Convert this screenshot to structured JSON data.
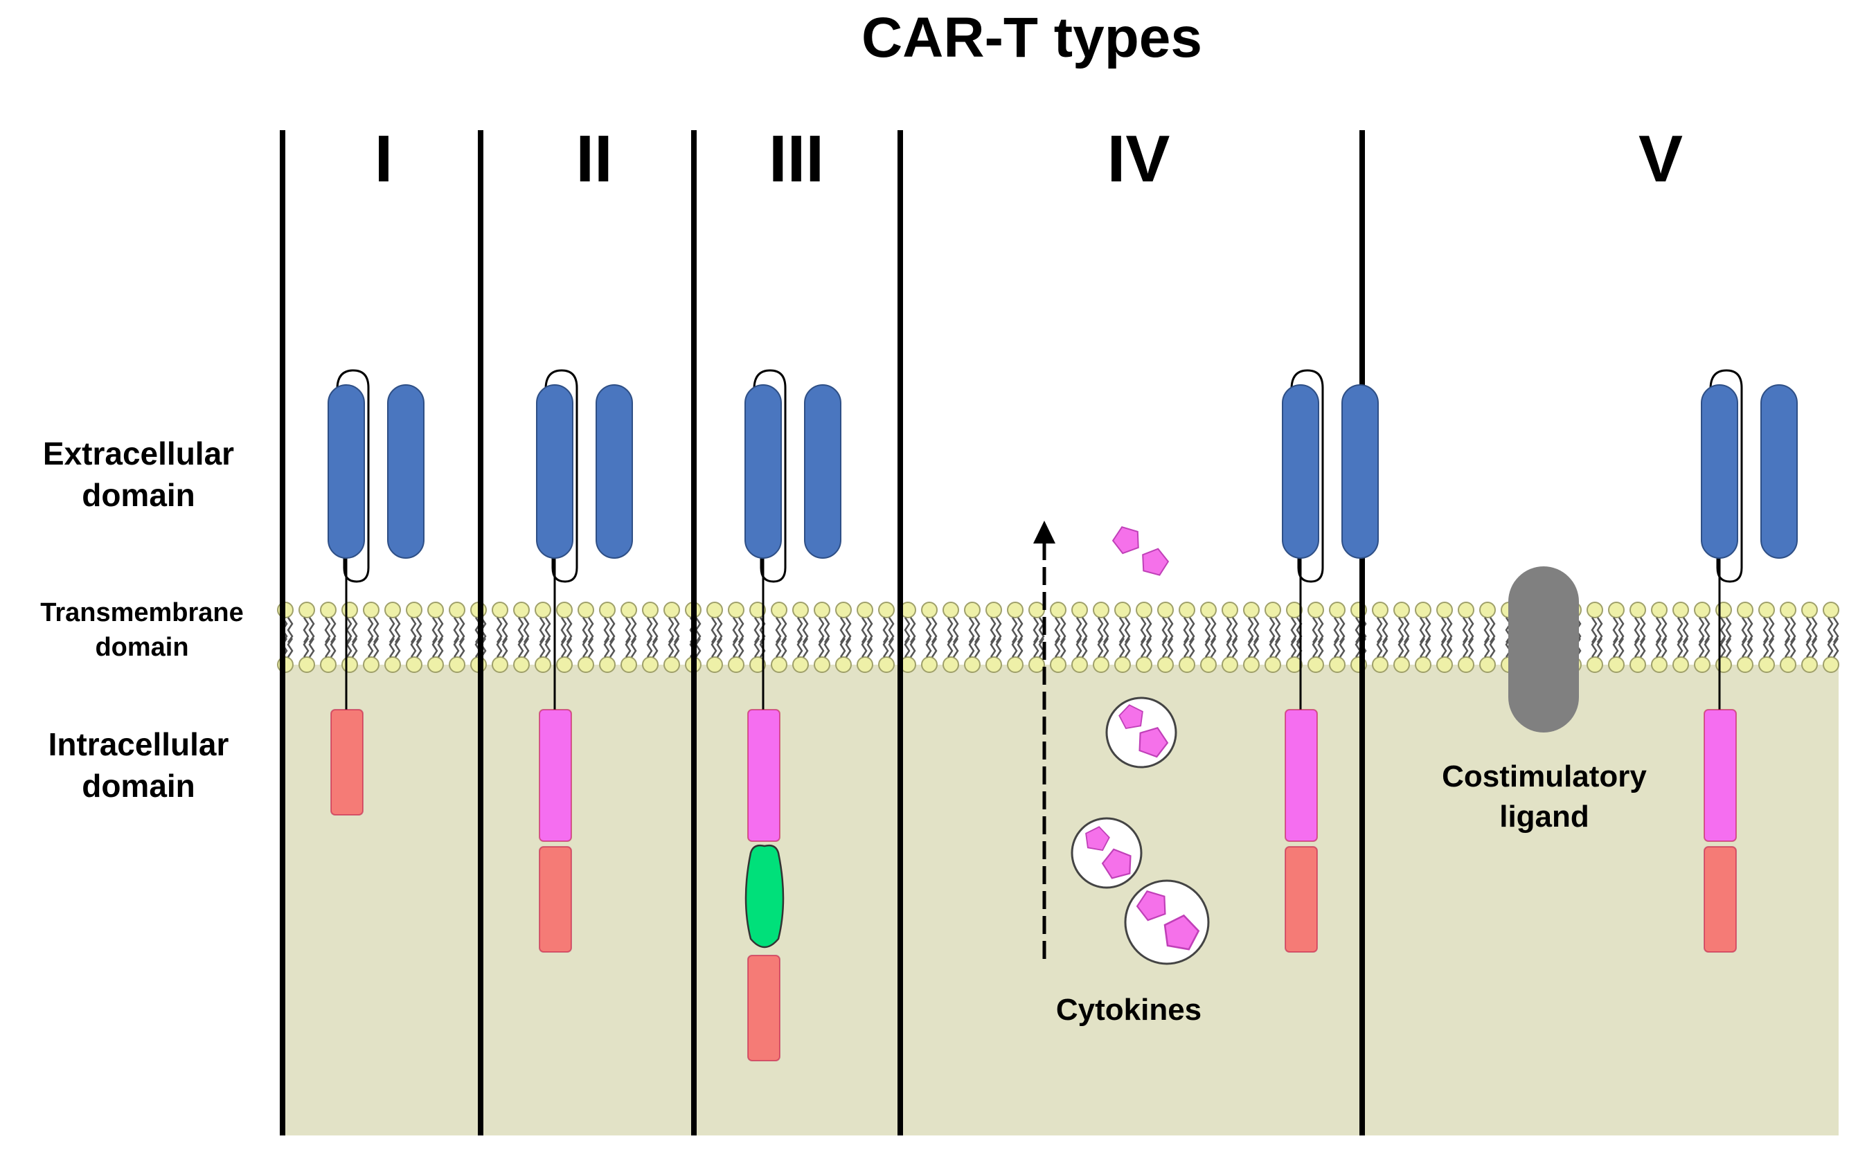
{
  "title": "CAR-T types",
  "side_labels": {
    "extracellular": [
      "Extracellular",
      "domain"
    ],
    "transmembrane": [
      "Transmembrane",
      "domain"
    ],
    "intracellular": [
      "Intracellular",
      "domain"
    ]
  },
  "panels": [
    {
      "numeral": "I",
      "signal_segments": [
        "costimulatory"
      ],
      "note": ""
    },
    {
      "numeral": "II",
      "signal_segments": [
        "magenta",
        "red"
      ],
      "note": ""
    },
    {
      "numeral": "III",
      "signal_segments": [
        "magenta",
        "green",
        "red"
      ],
      "note": ""
    },
    {
      "numeral": "IV",
      "signal_segments": [
        "magenta",
        "red"
      ],
      "note": "Cytokines"
    },
    {
      "numeral": "V",
      "signal_segments": [
        "magenta",
        "red"
      ],
      "note": [
        "Costimulatory",
        "ligand"
      ]
    }
  ],
  "colors": {
    "scfv": "#4a76bf",
    "cytoplasm": "#e2e2c6",
    "lipid_head": "#eef0a8",
    "magenta_domain": "#f56ef0",
    "red_domain": "#f57b76",
    "green_domain": "#00e07a",
    "ligand": "#808080",
    "cytokine": "#f571ea"
  }
}
